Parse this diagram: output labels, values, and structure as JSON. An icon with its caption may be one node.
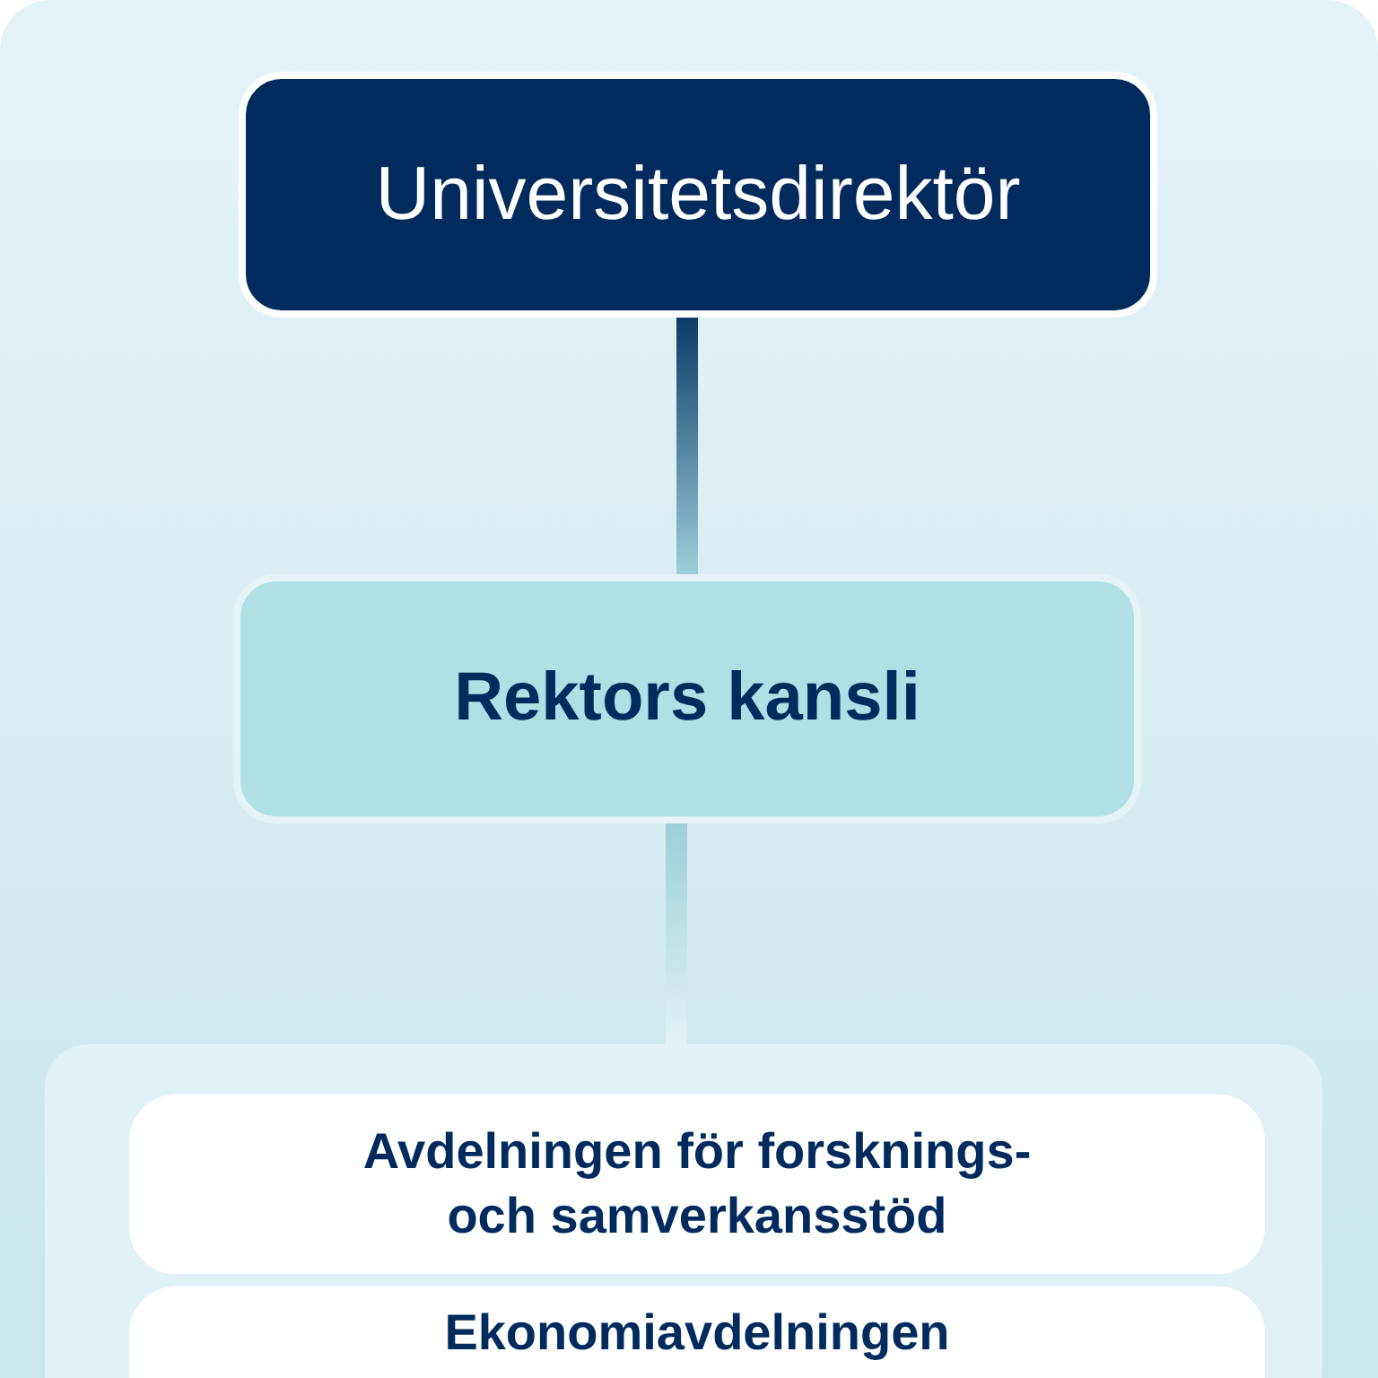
{
  "diagram": {
    "nodes": [
      {
        "text": [
          "Universitetsdirektör"
        ]
      },
      {
        "text": [
          "Rektors kansli"
        ]
      },
      {
        "text": [],
        "shape": "box"
      },
      {
        "text": [
          "Avdelningen för forsknings- och samverkansstöd"
        ],
        "in": 2
      },
      {
        "text": [
          "Ekonomiavdelningen"
        ],
        "in": 2
      }
    ],
    "edges": [
      {
        "from": 0,
        "to": 1,
        "arrow": "none"
      },
      {
        "from": 1,
        "to": 2,
        "arrow": "none"
      }
    ]
  }
}
